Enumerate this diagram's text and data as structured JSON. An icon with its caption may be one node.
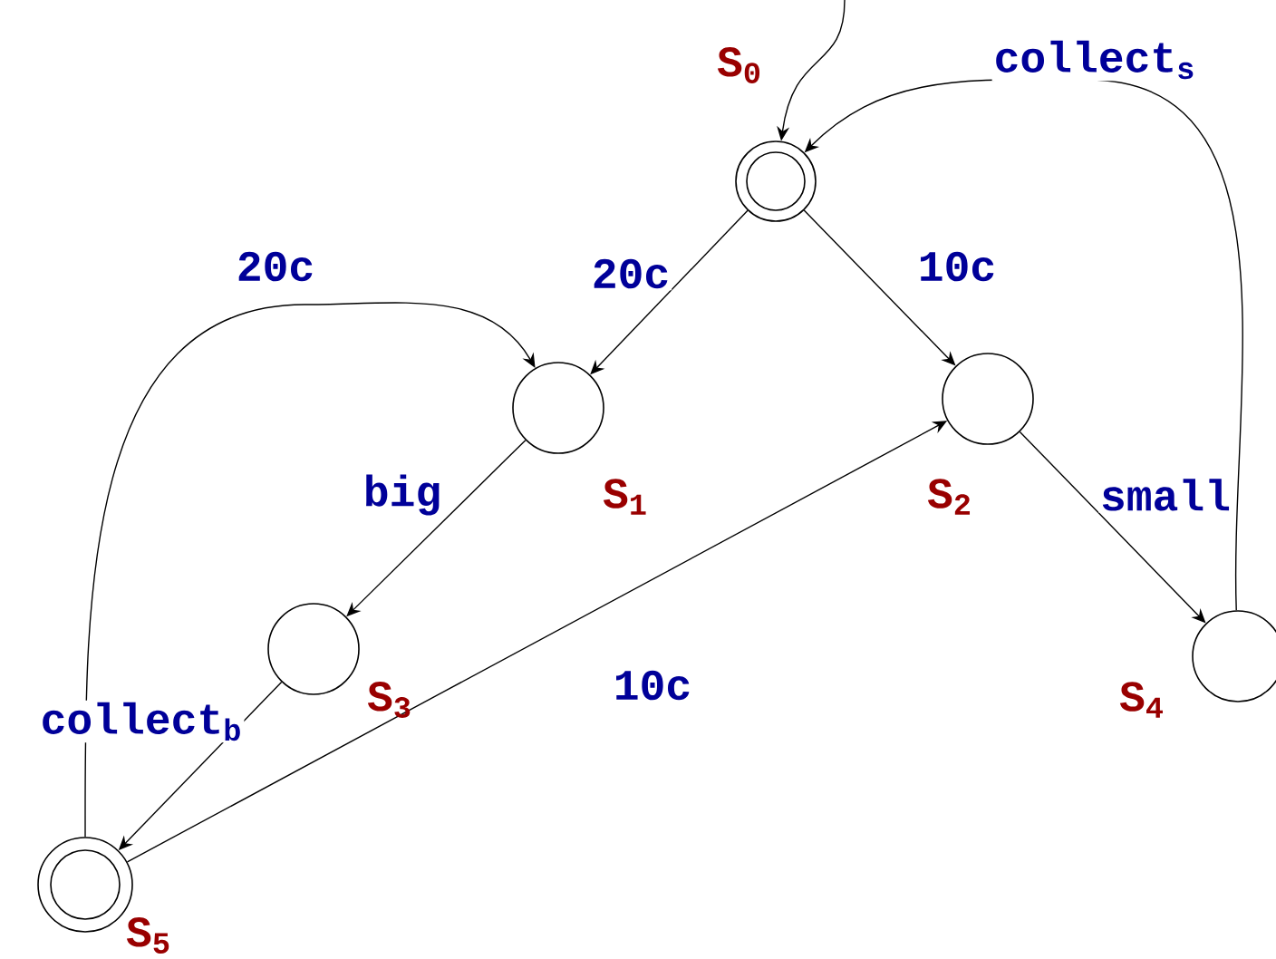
{
  "diagram": {
    "nodes": [
      {
        "text": [],
        "shape": "circle",
        "beside": [
          "S$_{0}$"
        ]
      },
      {
        "text": [],
        "shape": "circle",
        "beside": [
          "S$_{1}$"
        ]
      },
      {
        "text": [],
        "shape": "circle",
        "beside": [
          "S$_{2}$"
        ]
      },
      {
        "text": [],
        "shape": "circle",
        "beside": [
          "S$_{3}$"
        ]
      },
      {
        "text": [],
        "shape": "circle",
        "beside": [
          "S$_{4}$"
        ]
      },
      {
        "text": [],
        "shape": "circle",
        "beside": [
          "S$_{5}$"
        ]
      }
    ],
    "edges": [
      {
        "from": null,
        "to": 0,
        "arrow": "to"
      },
      {
        "from": 4,
        "to": 0,
        "arrow": "to",
        "label": "collect$_{s}$"
      },
      {
        "from": 0,
        "to": 1,
        "arrow": "to",
        "label": "20c"
      },
      {
        "from": 0,
        "to": 2,
        "arrow": "to",
        "label": "10c"
      },
      {
        "from": 1,
        "to": 3,
        "arrow": "to",
        "label": "big"
      },
      {
        "from": 2,
        "to": 4,
        "arrow": "to",
        "label": "small"
      },
      {
        "from": 3,
        "to": 5,
        "arrow": "to",
        "label": "collect$_{b}$"
      },
      {
        "from": 5,
        "to": 2,
        "arrow": "to",
        "label": "10c"
      },
      {
        "from": 5,
        "to": 1,
        "arrow": "to",
        "label": "20c"
      }
    ]
  }
}
